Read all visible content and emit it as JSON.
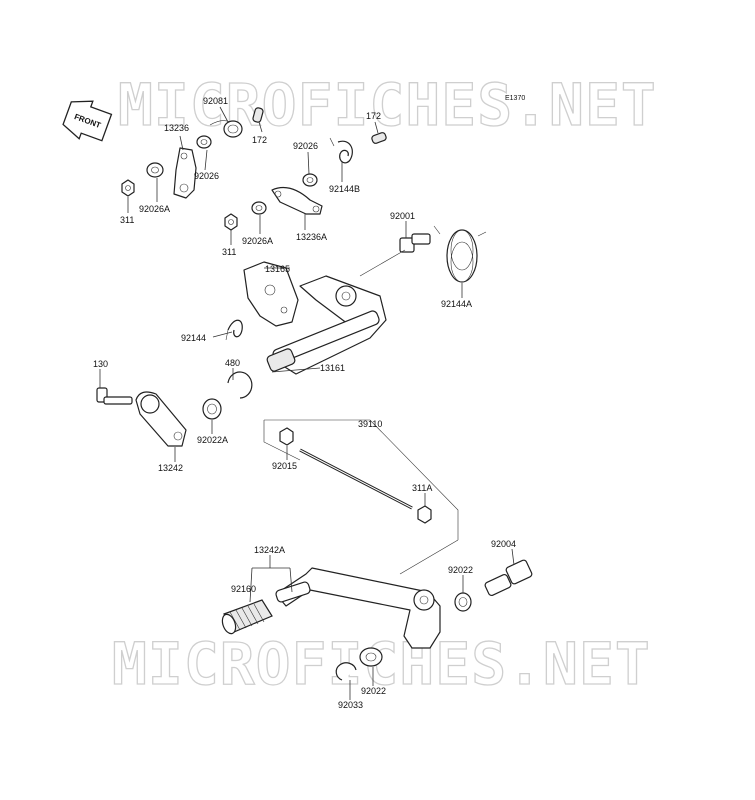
{
  "watermark_text": "MICROFICHES.NET",
  "diagram_code": "E1370",
  "front_label": "FRONT",
  "labels": {
    "p92081": "92081",
    "p13236": "13236",
    "p172a": "172",
    "p172b": "172",
    "p92026a": "92026",
    "p92026b": "92026",
    "p92144B": "92144B",
    "p311a": "311",
    "p92026A_a": "92026A",
    "p311b": "311",
    "p92026A_b": "92026A",
    "p13236A": "13236A",
    "p92001": "92001",
    "p13165": "13165",
    "p92144A": "92144A",
    "p92144": "92144",
    "p480": "480",
    "p13161": "13161",
    "p130": "130",
    "p92022A": "92022A",
    "p13242": "13242",
    "p39110": "39110",
    "p92015": "92015",
    "p311A": "311A",
    "p13242A": "13242A",
    "p92004": "92004",
    "p92160": "92160",
    "p92022a": "92022",
    "p92022b": "92022",
    "p92033": "92033"
  },
  "colors": {
    "line": "#222222",
    "watermark": "#cfcfcf",
    "background": "#ffffff"
  }
}
